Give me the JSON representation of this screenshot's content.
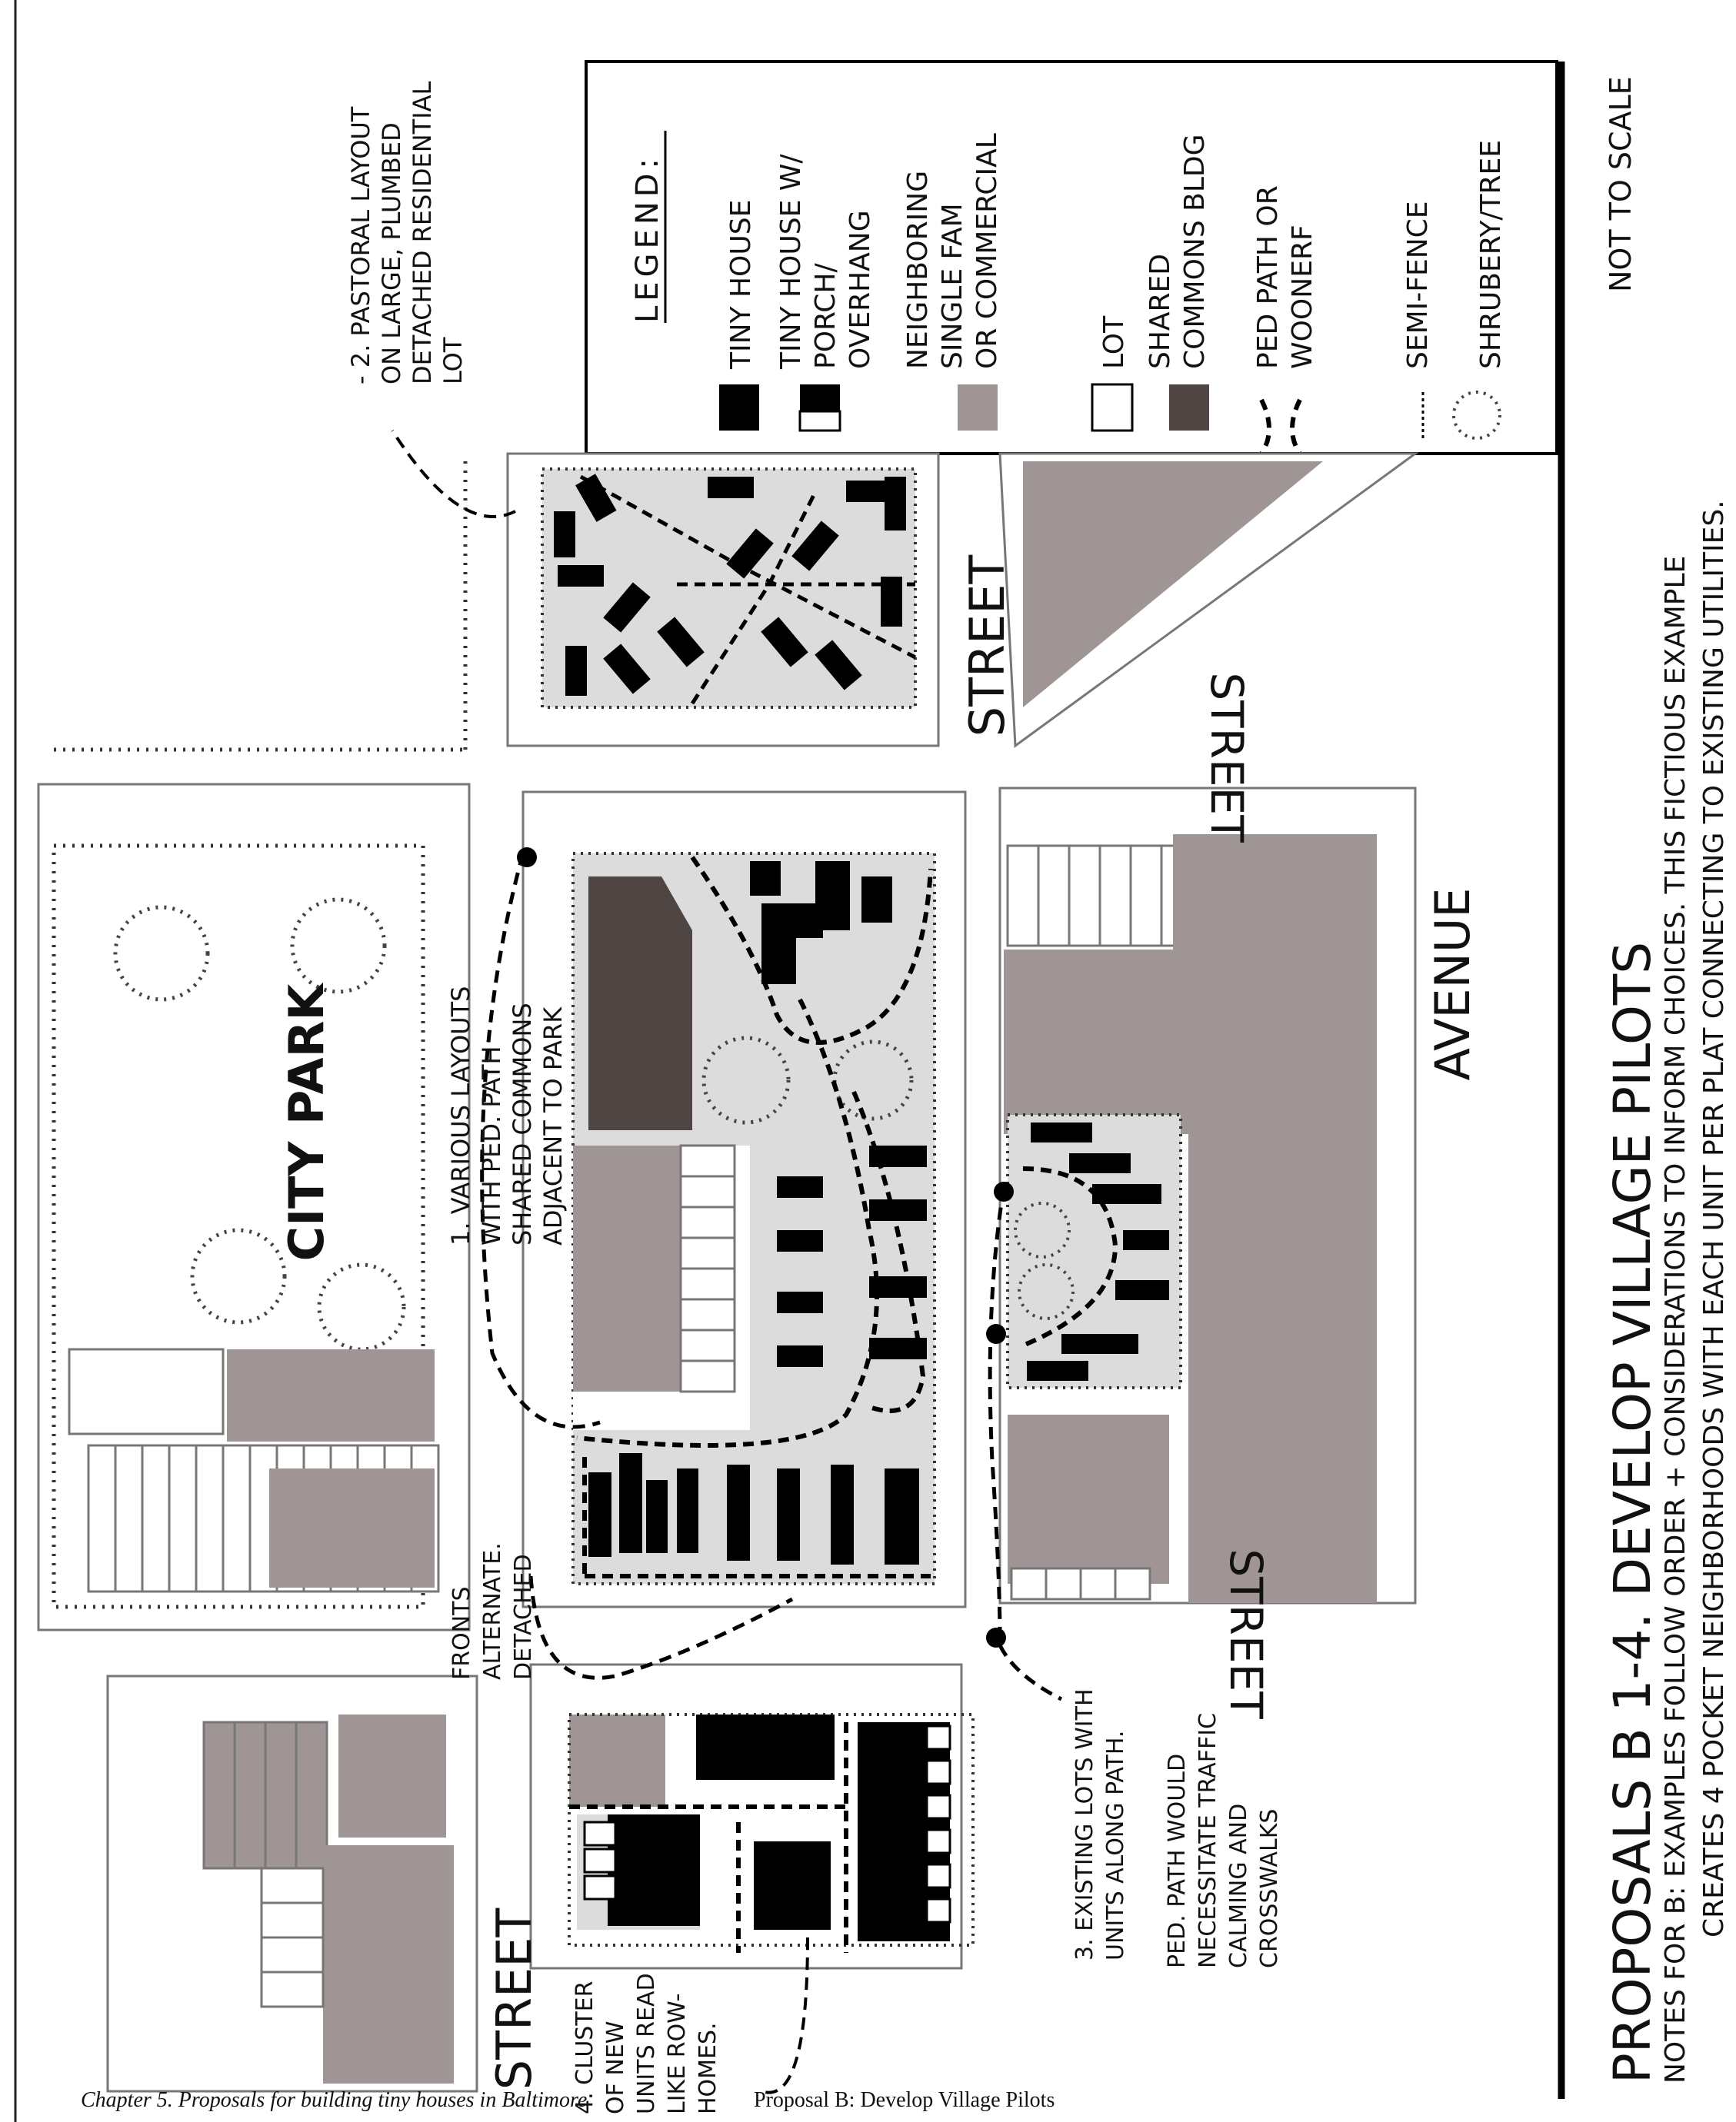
{
  "title": "PROPOSALS B 1-4.    DEVELOP VILLAGE PILOTS",
  "notes": {
    "line1": "NOTES FOR B: EXAMPLES FOLLOW ORDER + CONSIDERATIONS TO INFORM CHOICES. THIS FICTIOUS EXAMPLE",
    "line2": "CREATES 4 POCKET NEIGHBORHOODS WITH EACH UNIT PER PLAT CONNECTING TO EXISTING UTILITIES."
  },
  "scale_note": "NOT TO SCALE",
  "legend": {
    "heading": "LEGEND:",
    "items": [
      {
        "label": "TINY HOUSE",
        "color": "#000000"
      },
      {
        "label": "TINY HOUSE W/",
        "label2": "PORCH/",
        "label3": "OVERHANG",
        "color": "#000000"
      },
      {
        "label": "NEIGHBORING",
        "label2": "SINGLE FAM",
        "label3": "OR COMMERCIAL",
        "color": "#9e9594"
      },
      {
        "label": "LOT",
        "color": "#ffffff"
      },
      {
        "label": "SHARED",
        "label2": "COMMONS BLDG",
        "color": "#4f4644"
      },
      {
        "label": "PED PATH OR",
        "label2": "WOONERF"
      },
      {
        "label": "SEMI-FENCE"
      },
      {
        "label": "SHRUBERY/TREE"
      }
    ]
  },
  "annotations": {
    "a1": [
      "1. VARIOUS LAYOUTS",
      "WITH PED. PATH",
      "SHARED COMMONS",
      "ADJACENT TO PARK"
    ],
    "a2": [
      "- 2. PASTORAL LAYOUT",
      "ON LARGE, PLUMBED",
      "DETACHED RESIDENTIAL",
      "LOT"
    ],
    "a3": [
      "3. EXISTING LOTS WITH",
      "UNITS ALONG PATH."
    ],
    "a3b": [
      "PED. PATH WOULD",
      "NECESSITATE TRAFFIC",
      "CALMING AND",
      "CROSSWALKS"
    ],
    "a4": [
      "4. CLUSTER",
      "OF NEW",
      "UNITS READ",
      "LIKE ROW-",
      "HOMES."
    ],
    "fronts": [
      "FRONTS",
      "ALTERNATE.",
      "DETACHED"
    ]
  },
  "streets": {
    "city_park": "CITY PARK",
    "street": "STREET",
    "avenue": "AVENUE"
  },
  "footer": {
    "chapter": "Chapter 5. Proposals for building tiny houses in Baltimore",
    "proposal": "Proposal B: Develop Village Pilots"
  },
  "colors": {
    "neighbor": "#9e9594",
    "commons": "#4f4644",
    "lot_fill": "#dcdcdc",
    "tiny": "#000000"
  }
}
